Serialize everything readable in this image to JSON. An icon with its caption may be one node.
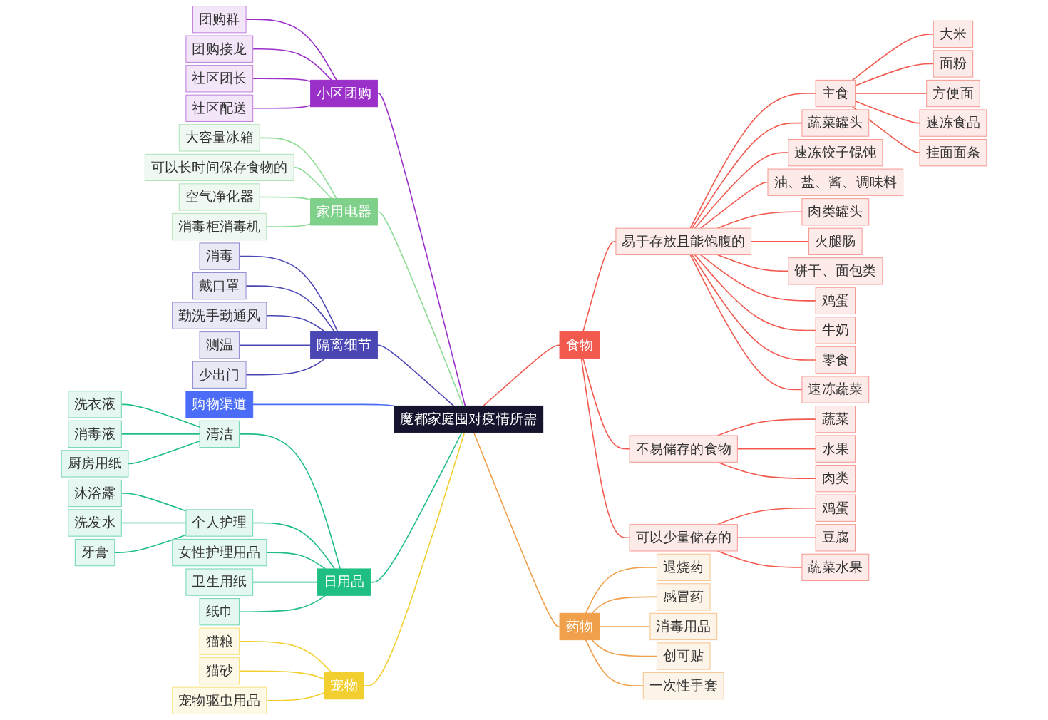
{
  "diagram": {
    "nodes": [
      {
        "text": [
          "魔都家庭囤对疫情所需"
        ]
      },
      {
        "text": [
          "食物"
        ]
      },
      {
        "text": [
          "易于存放且能饱腹的"
        ]
      },
      {
        "text": [
          "主食"
        ]
      },
      {
        "text": [
          "大米"
        ]
      },
      {
        "text": [
          "面粉"
        ]
      },
      {
        "text": [
          "方便面"
        ]
      },
      {
        "text": [
          "速冻食品"
        ]
      },
      {
        "text": [
          "挂面面条"
        ]
      },
      {
        "text": [
          "蔬菜罐头"
        ]
      },
      {
        "text": [
          "速冻饺子馄饨"
        ]
      },
      {
        "text": [
          "油、盐、酱、调味料"
        ]
      },
      {
        "text": [
          "肉类罐头"
        ]
      },
      {
        "text": [
          "火腿肠"
        ]
      },
      {
        "text": [
          "饼干、面包类"
        ]
      },
      {
        "text": [
          "鸡蛋"
        ]
      },
      {
        "text": [
          "牛奶"
        ]
      },
      {
        "text": [
          "零食"
        ]
      },
      {
        "text": [
          "速冻蔬菜"
        ]
      },
      {
        "text": [
          "不易储存的食物"
        ]
      },
      {
        "text": [
          "蔬菜"
        ]
      },
      {
        "text": [
          "水果"
        ]
      },
      {
        "text": [
          "肉类"
        ]
      },
      {
        "text": [
          "可以少量储存的"
        ]
      },
      {
        "text": [
          "鸡蛋"
        ]
      },
      {
        "text": [
          "豆腐"
        ]
      },
      {
        "text": [
          "蔬菜水果"
        ]
      },
      {
        "text": [
          "药物"
        ]
      },
      {
        "text": [
          "退烧药"
        ]
      },
      {
        "text": [
          "感冒药"
        ]
      },
      {
        "text": [
          "消毒用品"
        ]
      },
      {
        "text": [
          "创可贴"
        ]
      },
      {
        "text": [
          "一次性手套"
        ]
      },
      {
        "text": [
          "小区团购"
        ]
      },
      {
        "text": [
          "团购群"
        ]
      },
      {
        "text": [
          "团购接龙"
        ]
      },
      {
        "text": [
          "社区团长"
        ]
      },
      {
        "text": [
          "社区配送"
        ]
      },
      {
        "text": [
          "家用电器"
        ]
      },
      {
        "text": [
          "大容量冰箱"
        ]
      },
      {
        "text": [
          "可以长时间保存食物的"
        ]
      },
      {
        "text": [
          "空气净化器"
        ]
      },
      {
        "text": [
          "消毒柜消毒机"
        ]
      },
      {
        "text": [
          "隔离细节"
        ]
      },
      {
        "text": [
          "消毒"
        ]
      },
      {
        "text": [
          "戴口罩"
        ]
      },
      {
        "text": [
          "勤洗手勤通风"
        ]
      },
      {
        "text": [
          "测温"
        ]
      },
      {
        "text": [
          "少出门"
        ]
      },
      {
        "text": [
          "购物渠道"
        ]
      },
      {
        "text": [
          "日用品"
        ]
      },
      {
        "text": [
          "清洁"
        ]
      },
      {
        "text": [
          "洗衣液"
        ]
      },
      {
        "text": [
          "消毒液"
        ]
      },
      {
        "text": [
          "厨房用纸"
        ]
      },
      {
        "text": [
          "个人护理"
        ]
      },
      {
        "text": [
          "沐浴露"
        ]
      },
      {
        "text": [
          "洗发水"
        ]
      },
      {
        "text": [
          "牙膏"
        ]
      },
      {
        "text": [
          "女性护理用品"
        ]
      },
      {
        "text": [
          "卫生用纸"
        ]
      },
      {
        "text": [
          "纸巾"
        ]
      },
      {
        "text": [
          "宠物"
        ]
      },
      {
        "text": [
          "猫粮"
        ]
      },
      {
        "text": [
          "猫砂"
        ]
      },
      {
        "text": [
          "宠物驱虫用品"
        ]
      }
    ],
    "edges": [
      {
        "from": 0,
        "to": 1,
        "arrow": "none",
        "color": "#f25a4f"
      },
      {
        "from": 1,
        "to": 2,
        "arrow": "none",
        "color": "#f25a4f"
      },
      {
        "from": 2,
        "to": 3,
        "arrow": "none",
        "color": "#f25a4f"
      },
      {
        "from": 3,
        "to": 4,
        "arrow": "none",
        "color": "#f25a4f"
      },
      {
        "from": 3,
        "to": 5,
        "arrow": "none",
        "color": "#f25a4f"
      },
      {
        "from": 3,
        "to": 6,
        "arrow": "none",
        "color": "#f25a4f"
      },
      {
        "from": 3,
        "to": 7,
        "arrow": "none",
        "color": "#f25a4f"
      },
      {
        "from": 3,
        "to": 8,
        "arrow": "none",
        "color": "#f25a4f"
      },
      {
        "from": 2,
        "to": 9,
        "arrow": "none",
        "color": "#f25a4f"
      },
      {
        "from": 2,
        "to": 10,
        "arrow": "none",
        "color": "#f25a4f"
      },
      {
        "from": 2,
        "to": 11,
        "arrow": "none",
        "color": "#f25a4f"
      },
      {
        "from": 2,
        "to": 12,
        "arrow": "none",
        "color": "#f25a4f"
      },
      {
        "from": 2,
        "to": 13,
        "arrow": "none",
        "color": "#f25a4f"
      },
      {
        "from": 2,
        "to": 14,
        "arrow": "none",
        "color": "#f25a4f"
      },
      {
        "from": 2,
        "to": 15,
        "arrow": "none",
        "color": "#f25a4f"
      },
      {
        "from": 2,
        "to": 16,
        "arrow": "none",
        "color": "#f25a4f"
      },
      {
        "from": 2,
        "to": 17,
        "arrow": "none",
        "color": "#f25a4f"
      },
      {
        "from": 2,
        "to": 18,
        "arrow": "none",
        "color": "#f25a4f"
      },
      {
        "from": 1,
        "to": 19,
        "arrow": "none",
        "color": "#f25a4f"
      },
      {
        "from": 19,
        "to": 20,
        "arrow": "none",
        "color": "#f25a4f"
      },
      {
        "from": 19,
        "to": 21,
        "arrow": "none",
        "color": "#f25a4f"
      },
      {
        "from": 19,
        "to": 22,
        "arrow": "none",
        "color": "#f25a4f"
      },
      {
        "from": 1,
        "to": 23,
        "arrow": "none",
        "color": "#f25a4f"
      },
      {
        "from": 23,
        "to": 24,
        "arrow": "none",
        "color": "#f25a4f"
      },
      {
        "from": 23,
        "to": 25,
        "arrow": "none",
        "color": "#f25a4f"
      },
      {
        "from": 23,
        "to": 26,
        "arrow": "none",
        "color": "#f25a4f"
      },
      {
        "from": 0,
        "to": 27,
        "arrow": "none",
        "color": "#f0a04b"
      },
      {
        "from": 27,
        "to": 28,
        "arrow": "none",
        "color": "#f0a04b"
      },
      {
        "from": 27,
        "to": 29,
        "arrow": "none",
        "color": "#f0a04b"
      },
      {
        "from": 27,
        "to": 30,
        "arrow": "none",
        "color": "#f0a04b"
      },
      {
        "from": 27,
        "to": 31,
        "arrow": "none",
        "color": "#f0a04b"
      },
      {
        "from": 27,
        "to": 32,
        "arrow": "none",
        "color": "#f0a04b"
      },
      {
        "from": 0,
        "to": 33,
        "arrow": "none",
        "color": "#9b30c9"
      },
      {
        "from": 33,
        "to": 34,
        "arrow": "none",
        "color": "#9b30c9"
      },
      {
        "from": 33,
        "to": 35,
        "arrow": "none",
        "color": "#9b30c9"
      },
      {
        "from": 33,
        "to": 36,
        "arrow": "none",
        "color": "#9b30c9"
      },
      {
        "from": 33,
        "to": 37,
        "arrow": "none",
        "color": "#9b30c9"
      },
      {
        "from": 0,
        "to": 38,
        "arrow": "none",
        "color": "#8fdc97"
      },
      {
        "from": 38,
        "to": 39,
        "arrow": "none",
        "color": "#8fdc97"
      },
      {
        "from": 38,
        "to": 40,
        "arrow": "none",
        "color": "#8fdc97"
      },
      {
        "from": 38,
        "to": 41,
        "arrow": "none",
        "color": "#8fdc97"
      },
      {
        "from": 38,
        "to": 42,
        "arrow": "none",
        "color": "#8fdc97"
      },
      {
        "from": 0,
        "to": 43,
        "arrow": "none",
        "color": "#4a47b5"
      },
      {
        "from": 43,
        "to": 44,
        "arrow": "none",
        "color": "#4a47b5"
      },
      {
        "from": 43,
        "to": 45,
        "arrow": "none",
        "color": "#4a47b5"
      },
      {
        "from": 43,
        "to": 46,
        "arrow": "none",
        "color": "#4a47b5"
      },
      {
        "from": 43,
        "to": 47,
        "arrow": "none",
        "color": "#4a47b5"
      },
      {
        "from": 43,
        "to": 48,
        "arrow": "none",
        "color": "#4a47b5"
      },
      {
        "from": 0,
        "to": 49,
        "arrow": "none",
        "color": "#4a6cf7"
      },
      {
        "from": 0,
        "to": 50,
        "arrow": "none",
        "color": "#1fbf84"
      },
      {
        "from": 50,
        "to": 51,
        "arrow": "none",
        "color": "#1fbf84"
      },
      {
        "from": 51,
        "to": 52,
        "arrow": "none",
        "color": "#1fbf84"
      },
      {
        "from": 51,
        "to": 53,
        "arrow": "none",
        "color": "#1fbf84"
      },
      {
        "from": 51,
        "to": 54,
        "arrow": "none",
        "color": "#1fbf84"
      },
      {
        "from": 50,
        "to": 55,
        "arrow": "none",
        "color": "#1fbf84"
      },
      {
        "from": 55,
        "to": 56,
        "arrow": "none",
        "color": "#1fbf84"
      },
      {
        "from": 55,
        "to": 57,
        "arrow": "none",
        "color": "#1fbf84"
      },
      {
        "from": 55,
        "to": 58,
        "arrow": "none",
        "color": "#1fbf84"
      },
      {
        "from": 50,
        "to": 59,
        "arrow": "none",
        "color": "#1fbf84"
      },
      {
        "from": 50,
        "to": 60,
        "arrow": "none",
        "color": "#1fbf84"
      },
      {
        "from": 50,
        "to": 61,
        "arrow": "none",
        "color": "#1fbf84"
      },
      {
        "from": 0,
        "to": 62,
        "arrow": "none",
        "color": "#f2cf2f"
      },
      {
        "from": 62,
        "to": 63,
        "arrow": "none",
        "color": "#f2cf2f"
      },
      {
        "from": 62,
        "to": 64,
        "arrow": "none",
        "color": "#f2cf2f"
      },
      {
        "from": 62,
        "to": 65,
        "arrow": "none",
        "color": "#f2cf2f"
      }
    ]
  }
}
